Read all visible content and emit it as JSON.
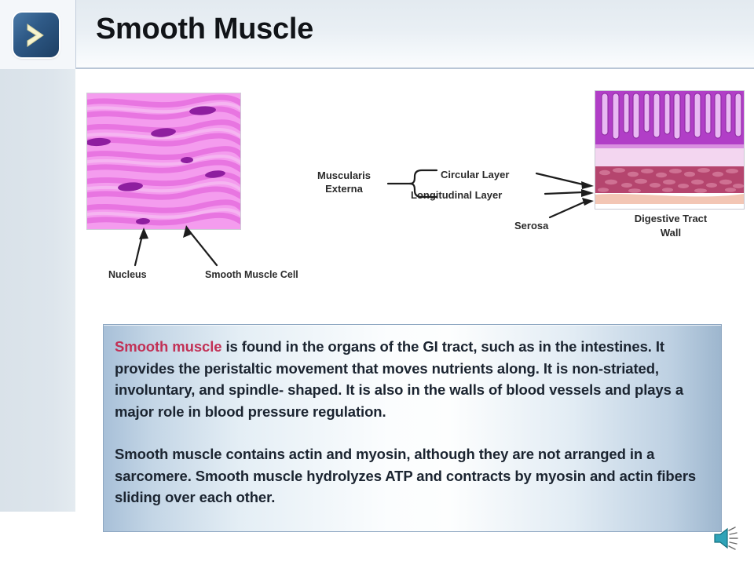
{
  "header": {
    "title": "Smooth Muscle",
    "nav_icon": "chevron-right-icon",
    "icon_color": "#2f5a87",
    "chevron_color": "#f7f4cf"
  },
  "figures": {
    "histology": {
      "name": "smooth-muscle-histology-image",
      "tissue_color": "#f08ce8",
      "fiber_color": "#e35fd8",
      "nucleus_color": "#8f1f9e"
    },
    "gut_wall": {
      "name": "digestive-tract-wall-cross-section",
      "mucosa_color": "#b53fc9",
      "submucosa_color": "#f4d7ee",
      "muscularis_color": "#b5456e",
      "serosa_color": "#f2c7b8"
    }
  },
  "diagram_labels": {
    "muscularis_externa": "Muscularis\nExterna",
    "muscularis_externa_line1": "Muscularis",
    "muscularis_externa_line2": "Externa",
    "circular_layer": "Circular Layer",
    "longitudinal_layer": "Longitudinal Layer",
    "serosa": "Serosa",
    "digestive_tract_wall_line1": "Digestive Tract",
    "digestive_tract_wall_line2": "Wall",
    "nucleus": "Nucleus",
    "smooth_muscle_cell": "Smooth Muscle Cell"
  },
  "textbox": {
    "keyword": "Smooth muscle",
    "keyword_color": "#c23055",
    "paragraph1_rest": " is found in the organs of the GI tract, such as in the intestines. It provides the peristaltic movement that moves nutrients along. It is non-striated, involuntary, and spindle- shaped.  It is also in the walls of blood vessels and plays a major role in blood pressure regulation.",
    "paragraph2": "Smooth muscle contains actin and myosin, although they are not arranged in a sarcomere. Smooth muscle hydrolyzes ATP and contracts by myosin and actin fibers sliding over each other."
  },
  "footer": {
    "speaker_icon": "speaker-sound-icon",
    "speaker_color": "#2fa3b8"
  }
}
